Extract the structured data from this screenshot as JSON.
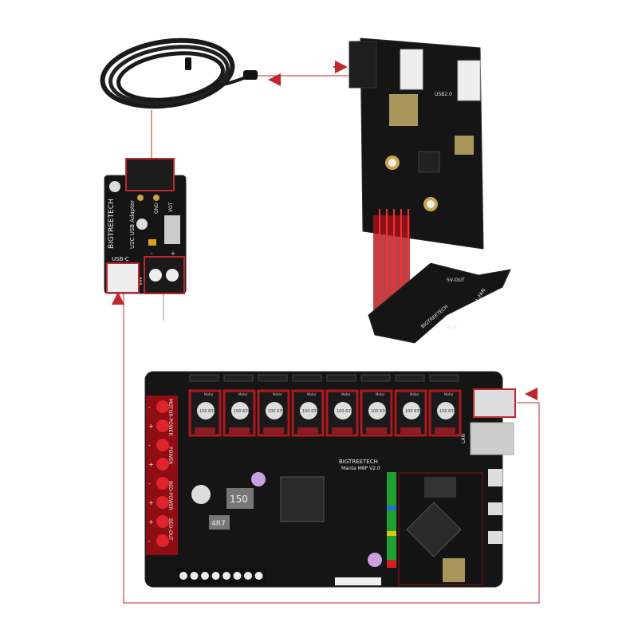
{
  "usb_cable": {
    "icon": "usb-cable-coil"
  },
  "usb_adapter": {
    "brand": "BIGTREETECH",
    "name": "U2C USB Adapter",
    "port_label": "USB-C",
    "pin_labels": [
      "GND",
      "VOT"
    ],
    "input_label": "VIN",
    "polarity": [
      "-",
      "+"
    ]
  },
  "toolhead": {
    "usb_label": "USB2.0",
    "fan_label": "L-FAN",
    "out_label": "5V-OUT",
    "rgb_label": "RGB",
    "brand": "BIGTREETECH"
  },
  "mainboard": {
    "brand": "BIGTREETECH",
    "model": "Manta M8P V2.0",
    "power_labels": [
      "MOTOR-POWER",
      "POWER",
      "BED-POWER",
      "BED-OUT"
    ],
    "terminal_polarity": [
      "-",
      "+",
      "-",
      "+",
      "-",
      "+",
      "+",
      "-"
    ],
    "cap_label": "100 63V",
    "driver_label": "Motor",
    "inductors": [
      "150",
      "4R7"
    ],
    "lan_label": "LAN",
    "driver_count": 8
  },
  "colors": {
    "wire": "#c0272d",
    "highlight": "#d0202a",
    "pcb": "#151515"
  }
}
